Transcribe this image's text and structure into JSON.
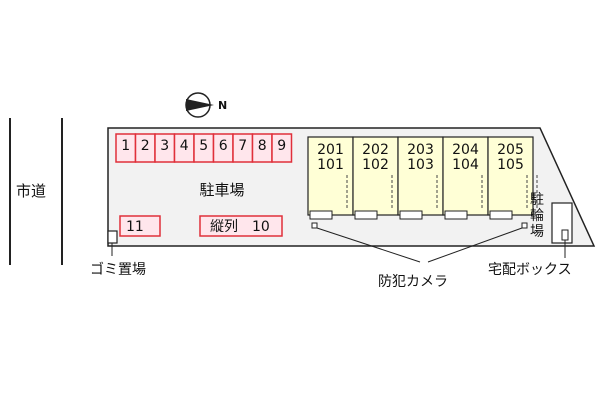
{
  "labels": {
    "road": "市道",
    "parking": "駐車場",
    "garbage": "ゴミ置場",
    "camera": "防犯カメラ",
    "delivery_box": "宅配ボックス",
    "bike_parking": [
      "駐",
      "輪",
      "場"
    ]
  },
  "parking_spaces": [
    "1",
    "2",
    "3",
    "4",
    "5",
    "6",
    "7",
    "8",
    "9"
  ],
  "extra_spaces": {
    "single": "11",
    "tandem": "縦列　10"
  },
  "units": [
    {
      "upper": "201",
      "lower": "101"
    },
    {
      "upper": "202",
      "lower": "102"
    },
    {
      "upper": "203",
      "lower": "103"
    },
    {
      "upper": "204",
      "lower": "104"
    },
    {
      "upper": "205",
      "lower": "105"
    }
  ],
  "compass": {
    "label": "N"
  },
  "colors": {
    "parking_border": "#e0303a",
    "parking_fill": "#ffe6ec",
    "building_fill": "#ffffd6",
    "site_fill": "#f2f2f2"
  }
}
